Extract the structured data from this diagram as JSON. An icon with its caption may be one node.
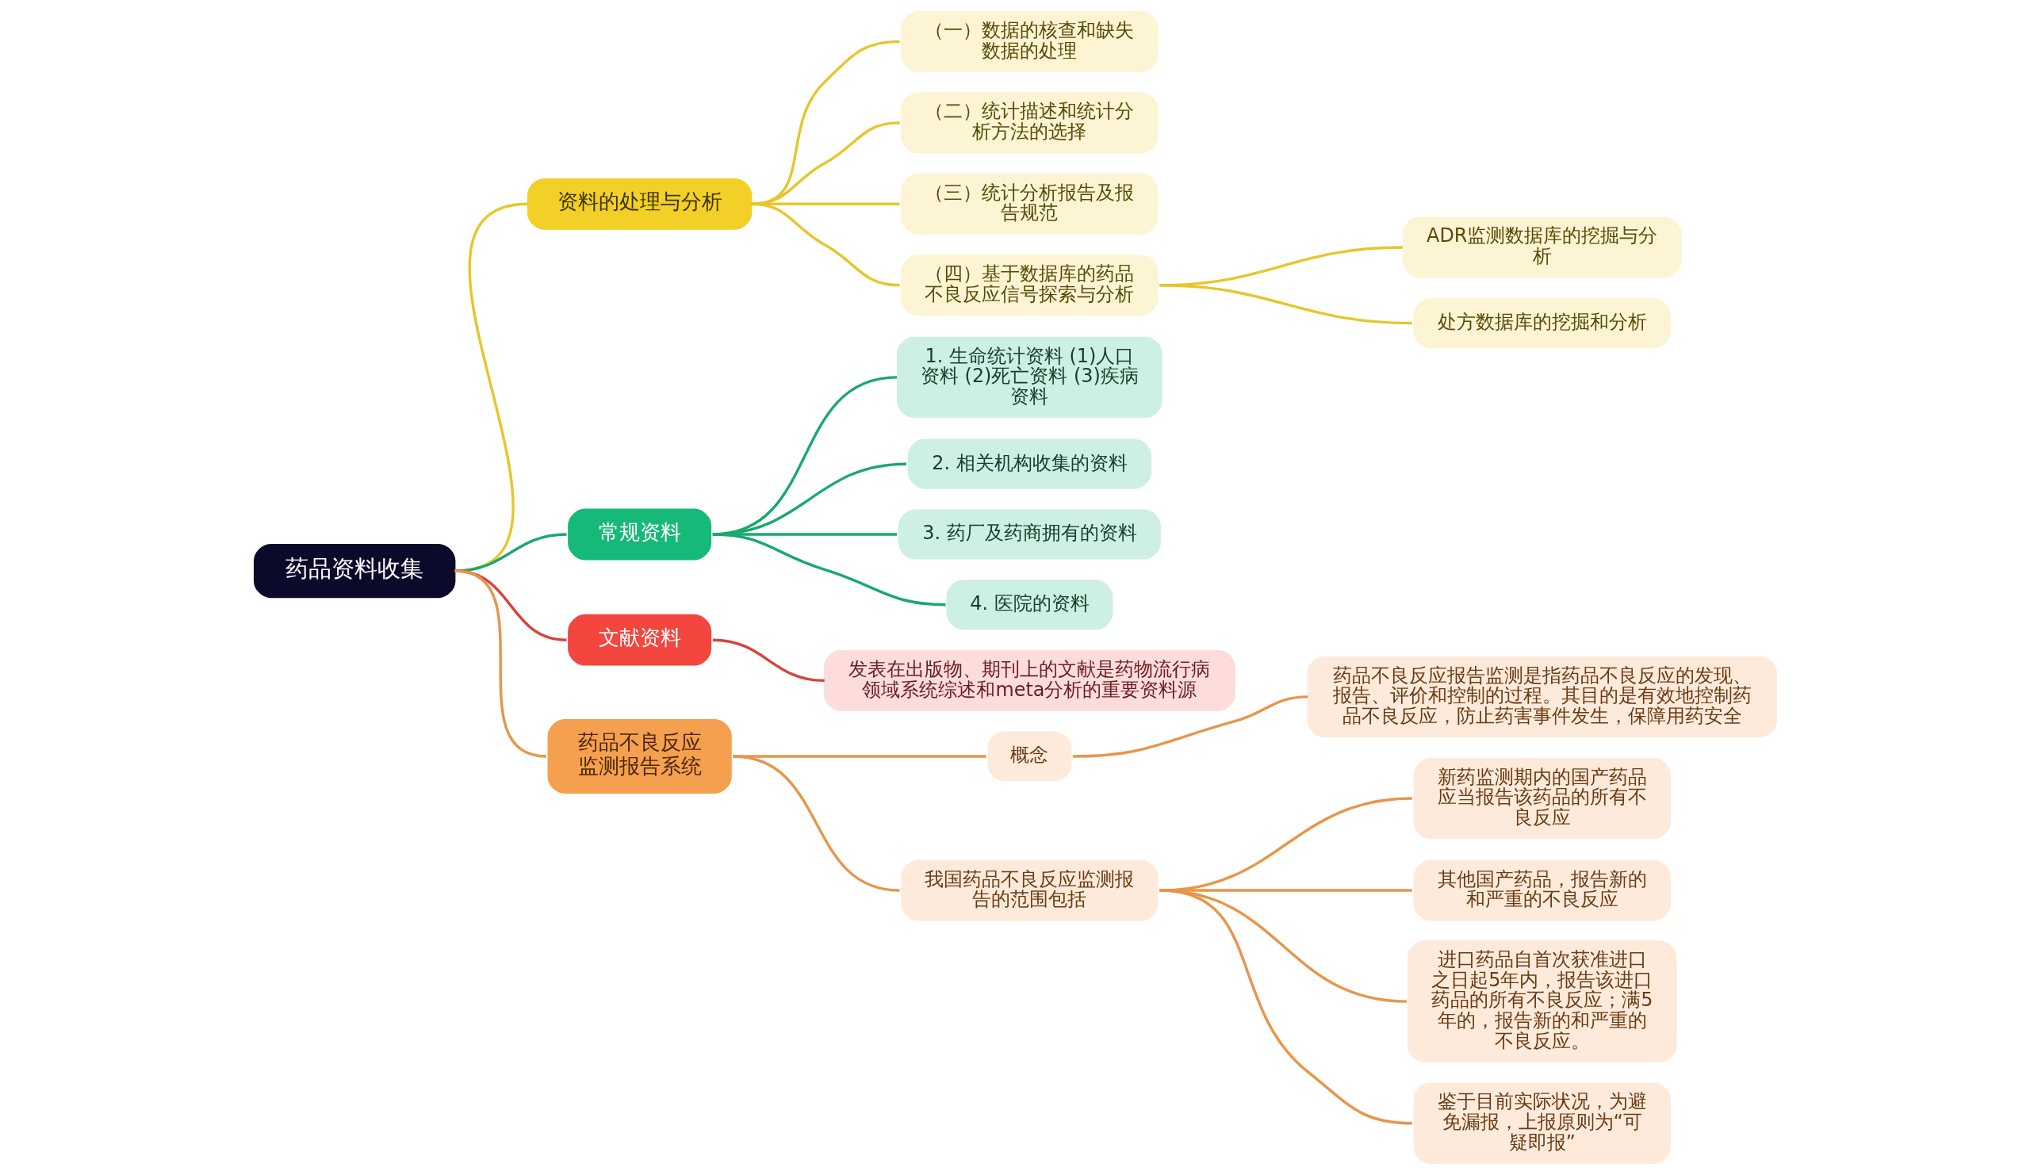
{
  "diagram": {
    "nodes": [
      {
        "text": [
          "药品资料收集"
        ]
      },
      {
        "text": [
          "资料的处理与分析"
        ]
      },
      {
        "text": [
          "（一）数据的核查和缺失数据的处理"
        ]
      },
      {
        "text": [
          "（二）统计描述和统计分析方法的选择"
        ]
      },
      {
        "text": [
          "（三）统计分析报告及报告规范"
        ]
      },
      {
        "text": [
          "（四）基于数据库的药品不良反应信号探索与分析"
        ]
      },
      {
        "text": [
          "ADR监测数据库的挖掘与分析"
        ]
      },
      {
        "text": [
          "处方数据库的挖掘和分析"
        ]
      },
      {
        "text": [
          "常规资料"
        ]
      },
      {
        "text": [
          "1. 生命统计资料 (1)人口资料 (2)死亡资料 (3)疾病资料"
        ]
      },
      {
        "text": [
          "2. 相关机构收集的资料"
        ]
      },
      {
        "text": [
          "3. 药厂及药商拥有的资料"
        ]
      },
      {
        "text": [
          "4. 医院的资料"
        ]
      },
      {
        "text": [
          "文献资料"
        ]
      },
      {
        "text": [
          "发表在出版物、期刊上的文献是药物流行病领域系统综述和meta分析的重要资料源"
        ]
      },
      {
        "text": [
          "药品不良反应监测报告系统"
        ]
      },
      {
        "text": [
          "概念"
        ]
      },
      {
        "text": [
          "药品不良反应报告监测是指药品不良反应的发现、报告、评价和控制的过程。其目的是有效地控制药品不良反应，防止药害事件发生，保障用药安全"
        ]
      },
      {
        "text": [
          "我国药品不良反应监测报告的范围包括"
        ]
      },
      {
        "text": [
          "新药监测期内的国产药品应当报告该药品的所有不良反应"
        ]
      },
      {
        "text": [
          "其他国产药品，报告新的和严重的不良反应"
        ]
      },
      {
        "text": [
          "进口药品自首次获准进口之日起5年内，报告该进口药品的所有不良反应；满5年的，报告新的和严重的不良反应。"
        ]
      },
      {
        "text": [
          "鉴于目前实际状况，为避免漏报，上报原则为“可疑即报”"
        ]
      }
    ],
    "edges": [
      {
        "from": 0,
        "to": 1,
        "arrow": "none",
        "color": "#e6c62b"
      },
      {
        "from": 1,
        "to": 2,
        "arrow": "none",
        "color": "#e6c62b"
      },
      {
        "from": 1,
        "to": 3,
        "arrow": "none",
        "color": "#e6c62b"
      },
      {
        "from": 1,
        "to": 4,
        "arrow": "none",
        "color": "#e6c62b"
      },
      {
        "from": 1,
        "to": 5,
        "arrow": "none",
        "color": "#e6c62b"
      },
      {
        "from": 5,
        "to": 6,
        "arrow": "none",
        "color": "#e6c62b"
      },
      {
        "from": 5,
        "to": 7,
        "arrow": "none",
        "color": "#e6c62b"
      },
      {
        "from": 0,
        "to": 8,
        "arrow": "none",
        "color": "#1aa86e"
      },
      {
        "from": 8,
        "to": 9,
        "arrow": "none",
        "color": "#1aa86e"
      },
      {
        "from": 8,
        "to": 10,
        "arrow": "none",
        "color": "#1aa86e"
      },
      {
        "from": 8,
        "to": 11,
        "arrow": "none",
        "color": "#1aa86e"
      },
      {
        "from": 8,
        "to": 12,
        "arrow": "none",
        "color": "#1aa86e"
      },
      {
        "from": 0,
        "to": 13,
        "arrow": "none",
        "color": "#d6453a"
      },
      {
        "from": 13,
        "to": 14,
        "arrow": "none",
        "color": "#d6453a"
      },
      {
        "from": 0,
        "to": 15,
        "arrow": "none",
        "color": "#e8954a"
      },
      {
        "from": 15,
        "to": 16,
        "arrow": "none",
        "color": "#e8954a"
      },
      {
        "from": 16,
        "to": 17,
        "arrow": "none",
        "color": "#e8954a"
      },
      {
        "from": 15,
        "to": 18,
        "arrow": "none",
        "color": "#e8954a"
      },
      {
        "from": 18,
        "to": 19,
        "arrow": "none",
        "color": "#e8954a"
      },
      {
        "from": 18,
        "to": 20,
        "arrow": "none",
        "color": "#e8954a"
      },
      {
        "from": 18,
        "to": 21,
        "arrow": "none",
        "color": "#e8954a"
      },
      {
        "from": 18,
        "to": 22,
        "arrow": "none",
        "color": "#e8954a"
      }
    ]
  }
}
